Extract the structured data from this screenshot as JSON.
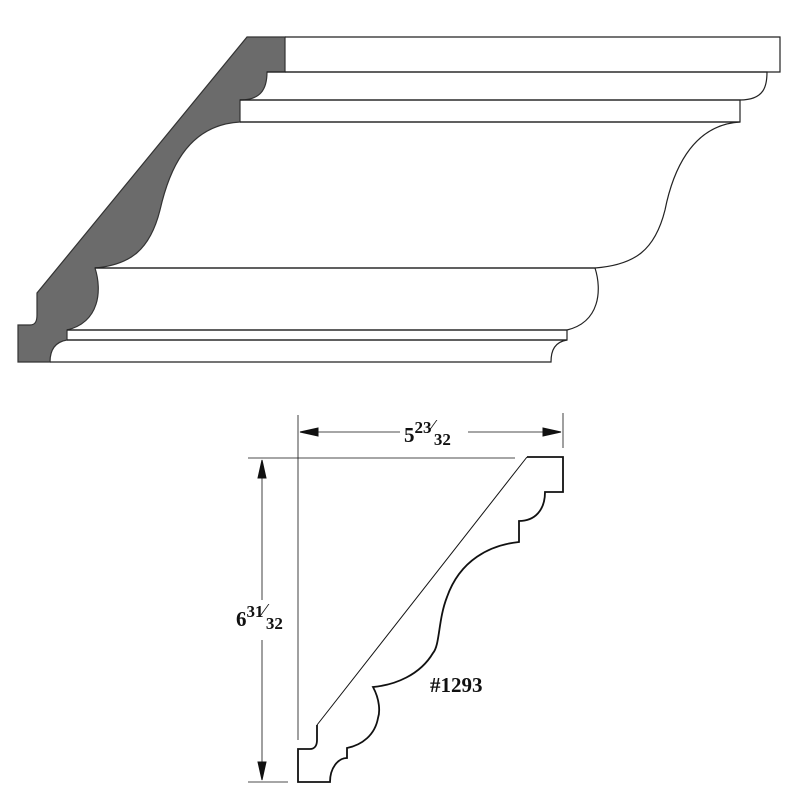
{
  "profile_number": "#1293",
  "width_dimension": {
    "whole": "5",
    "numerator": "23",
    "denominator": "32"
  },
  "height_dimension": {
    "whole": "6",
    "numerator": "31",
    "denominator": "32"
  },
  "colors": {
    "section_fill": "#6b6b6b",
    "line": "#111111",
    "background": "#ffffff"
  }
}
